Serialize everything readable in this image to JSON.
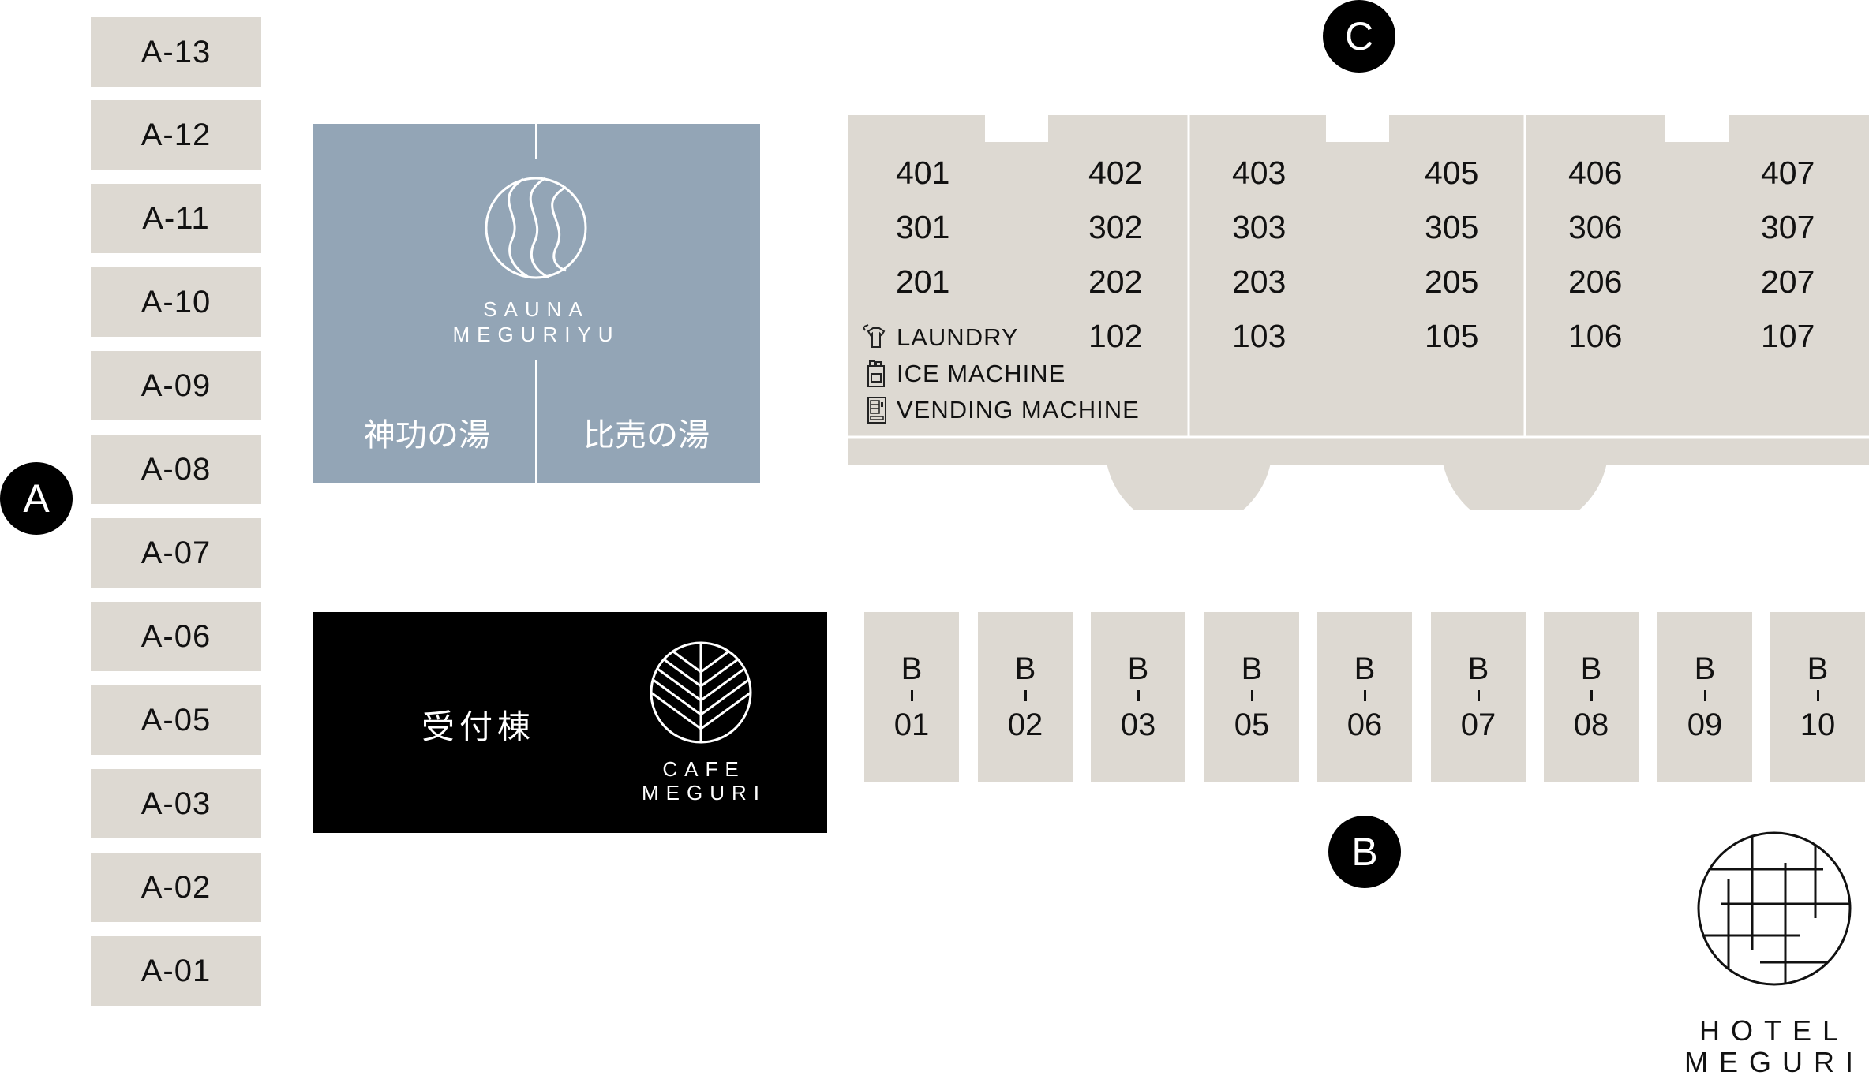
{
  "map": {
    "zone_markers": {
      "a": "A",
      "b": "B",
      "c": "C"
    },
    "a_rooms": [
      "A-13",
      "A-12",
      "A-11",
      "A-10",
      "A-09",
      "A-08",
      "A-07",
      "A-06",
      "A-05",
      "A-03",
      "A-02",
      "A-01"
    ],
    "sauna": {
      "name_line1": "SAUNA",
      "name_line2": "MEGURIYU",
      "bath_left": "神功の湯",
      "bath_right": "比売の湯"
    },
    "reception": {
      "label": "受付棟",
      "cafe_line1": "CAFE",
      "cafe_line2": "MEGURI"
    },
    "c_building": {
      "col1": [
        "401",
        "301",
        "201"
      ],
      "col2": [
        "402",
        "302",
        "202",
        "102"
      ],
      "col3": [
        "403",
        "303",
        "203",
        "103"
      ],
      "col4": [
        "405",
        "305",
        "205",
        "105"
      ],
      "col5": [
        "406",
        "306",
        "206",
        "106"
      ],
      "col6": [
        "407",
        "307",
        "207",
        "107"
      ],
      "amenities": [
        {
          "icon": "laundry-icon",
          "label": "LAUNDRY"
        },
        {
          "icon": "ice-machine-icon",
          "label": "ICE MACHINE"
        },
        {
          "icon": "vending-machine-icon",
          "label": "VENDING MACHINE"
        }
      ]
    },
    "b_rooms": [
      {
        "letter": "B",
        "num": "01"
      },
      {
        "letter": "B",
        "num": "02"
      },
      {
        "letter": "B",
        "num": "03"
      },
      {
        "letter": "B",
        "num": "05"
      },
      {
        "letter": "B",
        "num": "06"
      },
      {
        "letter": "B",
        "num": "07"
      },
      {
        "letter": "B",
        "num": "08"
      },
      {
        "letter": "B",
        "num": "09"
      },
      {
        "letter": "B",
        "num": "10"
      }
    ],
    "hotel_logo": {
      "line1": "HOTEL",
      "line2": "MEGURI"
    }
  }
}
